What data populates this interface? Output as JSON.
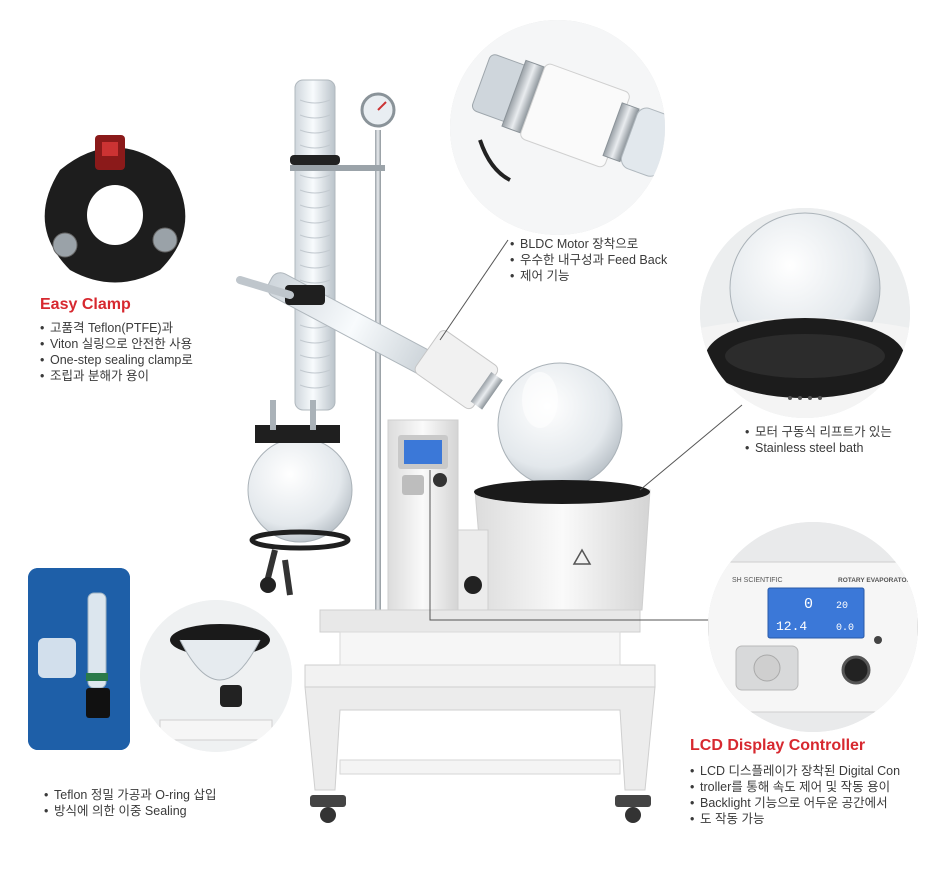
{
  "easy_clamp": {
    "title": "Easy Clamp",
    "bullets": [
      "고품격 Teflon(PTFE)과",
      "Viton 실링으로 안전한 사용",
      "One-step sealing clamp로",
      "조립과 분해가 용이"
    ]
  },
  "motor": {
    "bullets": [
      "BLDC Motor 장착으로",
      "우수한 내구성과 Feed Back",
      "제어 기능"
    ]
  },
  "bath": {
    "bullets": [
      "모터 구동식 리프트가 있는",
      "Stainless steel bath"
    ]
  },
  "teflon": {
    "bullets": [
      "Teflon 정밀 가공과 O-ring 삽입",
      "방식에 의한 이중 Sealing"
    ]
  },
  "lcd": {
    "title": "LCD Display Controller",
    "bullets": [
      "LCD 디스플레이가 장착된 Digital Con",
      "troller를 통해 속도 제어 및 작동 용이",
      "Backlight 기능으로 어두운 공간에서",
      "도 작동 가능"
    ],
    "panel": {
      "brand": "SH SCIENTIFIC",
      "model": "ROTARY EVAPORATOR",
      "rpm": "0",
      "temp": "12.4",
      "set_temp": "20",
      "set2": "0.0"
    }
  },
  "colors": {
    "accent_red": "#d7282f",
    "lcd_blue": "#3b78d8",
    "machine_white": "#f2f2f2",
    "bath_black": "#1a1a1a"
  }
}
